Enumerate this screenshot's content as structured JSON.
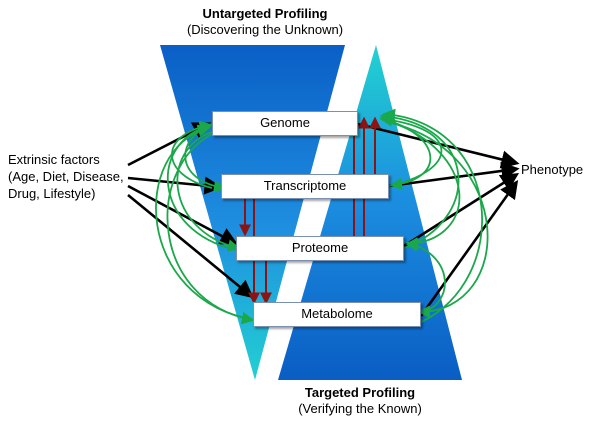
{
  "top_heading": {
    "title": "Untargeted Profiling",
    "subtitle": "(Discovering the Unknown)"
  },
  "bottom_heading": {
    "title": "Targeted Profiling",
    "subtitle": "(Verifying the Known)"
  },
  "boxes": {
    "genome": "Genome",
    "transcriptome": "Transcriptome",
    "proteome": "Proteome",
    "metabolome": "Metabolome"
  },
  "extrinsic_lines": [
    "Extrinsic factors",
    "(Age, Diet, Disease,",
    "Drug, Lifestyle)"
  ],
  "phenotype": "Phenotype",
  "colors": {
    "funnel_dark": "#0a63c9",
    "funnel_light": "#1ecfd4",
    "black_arrow": "#000000",
    "green_arrow": "#1aa84a",
    "red_arrow": "#8b1414"
  }
}
